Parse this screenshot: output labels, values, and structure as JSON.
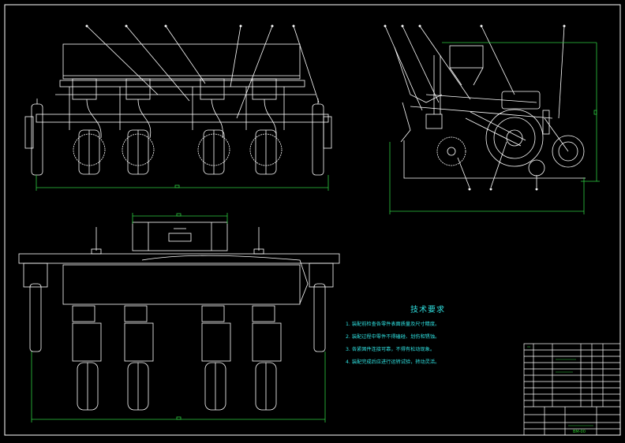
{
  "drawing": {
    "colors": {
      "background": "#000000",
      "outline": "#ffffff",
      "dimension": "#2ecc40",
      "note_text": "#2fe0e0",
      "title_block": "#ffffff"
    }
  },
  "technical_requirements": {
    "title": "技术要求",
    "items": [
      "1. 装配前检查各零件表面质量及尺寸精度。",
      "2. 装配过程中零件不得磕碰、划伤和锈蚀。",
      "3. 各紧固件连接可靠，不得有松动现象。",
      "4. 装配完成后应进行运转试验，转动灵活。"
    ]
  },
  "title_block": {
    "sheet_code": "BM-00"
  }
}
